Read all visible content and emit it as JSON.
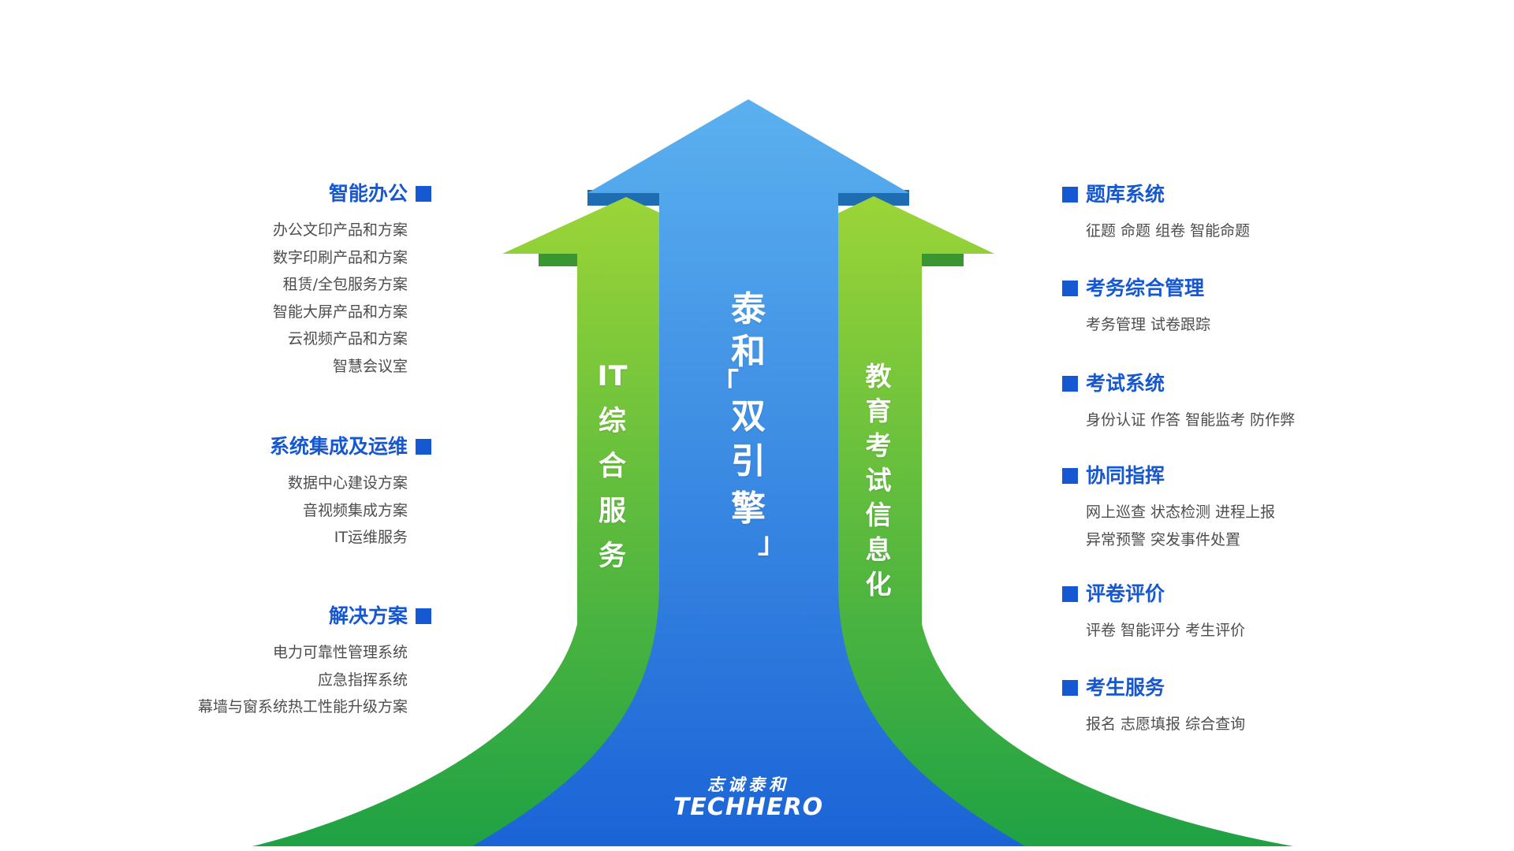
{
  "colors": {
    "heading_blue": "#1558d2",
    "body_text": "#4d4d4d",
    "arrow_blue_top": "#5bb1ef",
    "arrow_blue_bottom": "#1a63d6",
    "arrow_blue_ledge": "#1e6cb2",
    "arrow_green_top": "#9ed637",
    "arrow_green_bottom": "#1ea144",
    "arrow_green_ledge": "#3a9630"
  },
  "left_column": {
    "sections": [
      {
        "title": "智能办公",
        "items": [
          "办公文印产品和方案",
          "数字印刷产品和方案",
          "租赁/全包服务方案",
          "智能大屏产品和方案",
          "云视频产品和方案",
          "智慧会议室"
        ]
      },
      {
        "title": "系统集成及运维",
        "items": [
          "数据中心建设方案",
          "音视频集成方案",
          "IT运维服务"
        ]
      },
      {
        "title": "解决方案",
        "items": [
          "电力可靠性管理系统",
          "应急指挥系统",
          "幕墙与窗系统热工性能升级方案"
        ]
      }
    ]
  },
  "right_column": {
    "sections": [
      {
        "title": "题库系统",
        "items": [
          "征题 命题 组卷 智能命题"
        ]
      },
      {
        "title": "考务综合管理",
        "items": [
          "考务管理 试卷跟踪"
        ]
      },
      {
        "title": "考试系统",
        "items": [
          "身份认证 作答 智能监考 防作弊"
        ]
      },
      {
        "title": "协同指挥",
        "items": [
          "网上巡查 状态检测 进程上报",
          "异常预警 突发事件处置"
        ]
      },
      {
        "title": "评卷评价",
        "items": [
          "评卷 智能评分 考生评价"
        ]
      },
      {
        "title": "考生服务",
        "items": [
          "报名 志愿填报 综合查询"
        ]
      }
    ]
  },
  "center_arrow": {
    "chars": [
      "泰",
      "和",
      "「",
      "双",
      "引",
      "擎",
      "」"
    ]
  },
  "left_arrow": {
    "chars": [
      "IT",
      "综",
      "合",
      "服",
      "务"
    ]
  },
  "right_arrow": {
    "chars": [
      "教",
      "育",
      "考",
      "试",
      "信",
      "息",
      "化"
    ]
  },
  "logo": {
    "cn": "志诚泰和",
    "en": "TECHHERO"
  }
}
